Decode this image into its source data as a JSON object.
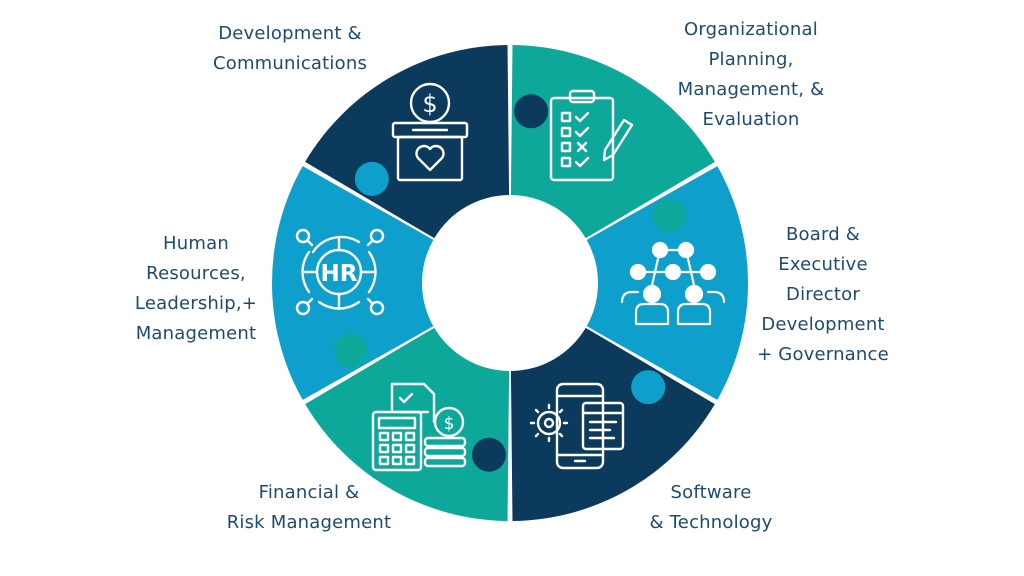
{
  "colors": {
    "navy": "#0b3a5c",
    "teal": "#0ea89a",
    "blue": "#0f9fcd",
    "text": "#1d4a72",
    "icon": "#ffffff"
  },
  "segments": [
    {
      "id": "development-communications",
      "color": "#0b3a5c",
      "icon": "donation-box-icon",
      "label_lines": [
        "Development &",
        "Communications"
      ]
    },
    {
      "id": "organizational-planning",
      "color": "#0ea89a",
      "icon": "checklist-clipboard-icon",
      "label_lines": [
        "Organizational",
        "Planning,",
        "Management, &",
        "Evaluation"
      ]
    },
    {
      "id": "board-executive-director",
      "color": "#0f9fcd",
      "icon": "people-network-icon",
      "label_lines": [
        "Board &",
        "Executive",
        "Director",
        "Development",
        "+ Governance"
      ]
    },
    {
      "id": "software-technology",
      "color": "#0b3a5c",
      "icon": "mobile-software-icon",
      "label_lines": [
        "Software",
        "& Technology"
      ]
    },
    {
      "id": "financial-risk",
      "color": "#0ea89a",
      "icon": "calculator-coins-icon",
      "label_lines": [
        "Financial &",
        "Risk Management"
      ]
    },
    {
      "id": "human-resources",
      "color": "#0f9fcd",
      "icon": "hr-network-icon",
      "label_lines": [
        "Human",
        "Resources,",
        "Leadership,+",
        "Management"
      ]
    }
  ],
  "hr_icon_text": "HR"
}
